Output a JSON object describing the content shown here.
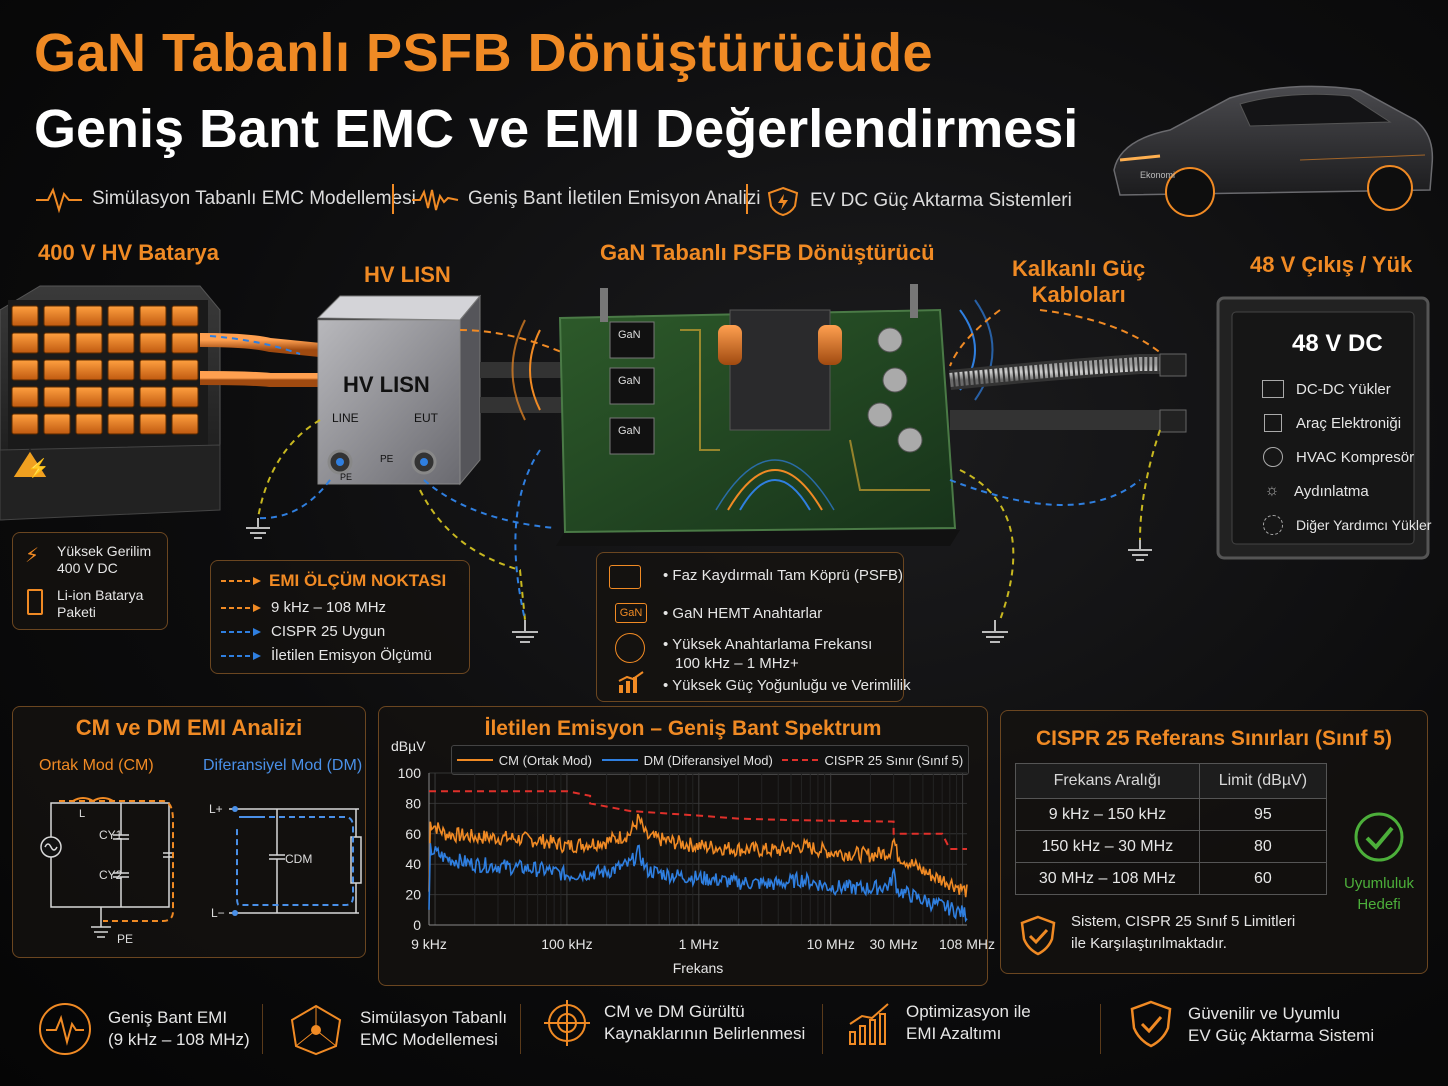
{
  "header": {
    "title_line1": "GaN Tabanlı PSFB Dönüştürücüde",
    "title_line2": "Geniş Bant EMC ve EMI Değerlendirmesi",
    "taglines": [
      "Simülasyon Tabanlı EMC Modellemesi",
      "Geniş Bant İletilen Emisyon Analizi",
      "EV DC Güç Aktarma Sistemleri"
    ]
  },
  "diagram": {
    "battery": {
      "title": "400 V HV Batarya",
      "info1": "Yüksek Gerilim",
      "info1b": "400 V DC",
      "info2": "Li-ion Batarya",
      "info2b": "Paketi"
    },
    "lisn": {
      "title": "HV LISN",
      "box_label": "HV LISN",
      "line": "LINE",
      "eut": "EUT",
      "pe": "PE",
      "pe2": "PE"
    },
    "converter": {
      "title": "GaN Tabanlı PSFB Dönüştürücü",
      "chip": "GaN"
    },
    "cables": {
      "title1": "Kalkanlı Güç",
      "title2": "Kabloları"
    },
    "load": {
      "title": "48 V Çıkış / Yük",
      "header": "48 V DC",
      "items": [
        "DC-DC Yükler",
        "Araç Elektroniği",
        "HVAC Kompresör",
        "Aydınlatma",
        "Diğer Yardımcı Yükler"
      ]
    },
    "emi_point": {
      "title": "EMI ÖLÇÜM NOKTASI",
      "items": [
        "9 kHz – 108 MHz",
        "CISPR 25 Uygun",
        "İletilen Emisyon Ölçümü"
      ]
    },
    "features": {
      "items": [
        "Faz Kaydırmalı Tam Köprü (PSFB)",
        "GaN HEMT Anahtarlar",
        "Yüksek Anahtarlama Frekansı",
        "Yüksek Güç Yoğunluğu ve Verimlilik"
      ],
      "freq_sub": "100 kHz – 1 MHz+",
      "gan_badge": "GaN"
    },
    "car_badge": "Ekonomi"
  },
  "cmdm": {
    "title": "CM ve DM EMI Analizi",
    "cm_label": "Ortak Mod (CM)",
    "dm_label": "Diferansiyel Mod (DM)",
    "cm_l": "L",
    "cy1": "CY1",
    "cy2": "CY2",
    "pe": "PE",
    "dm_lplus": "L+",
    "dm_lminus": "L−",
    "cdm": "CDM"
  },
  "chart_data": {
    "type": "line",
    "title": "İletilen Emisyon – Geniş Bant Spektrum",
    "ylabel": "dBµV",
    "xlabel": "Frekans",
    "ylim": [
      0,
      100
    ],
    "yticks": [
      0,
      20,
      40,
      60,
      80,
      100
    ],
    "xscale": "log",
    "xticks_hz": [
      9000,
      100000,
      1000000,
      10000000,
      30000000,
      108000000
    ],
    "xtick_labels": [
      "9 kHz",
      "100 kHz",
      "1 MHz",
      "10 MHz",
      "30 MHz",
      "108 MHz"
    ],
    "grid": true,
    "legend": "top",
    "series": [
      {
        "name": "CM (Ortak Mod)",
        "color": "#f08a24",
        "x_hz": [
          9000,
          12000,
          20000,
          40000,
          70000,
          100000,
          200000,
          300000,
          350000,
          400000,
          600000,
          1000000,
          2000000,
          4000000,
          6000000,
          10000000,
          20000000,
          28000000,
          30000000,
          32000000,
          45000000,
          60000000,
          80000000,
          108000000
        ],
        "values": [
          68,
          60,
          58,
          57,
          55,
          52,
          55,
          60,
          70,
          58,
          55,
          52,
          50,
          49,
          52,
          48,
          46,
          48,
          57,
          46,
          38,
          32,
          28,
          22
        ]
      },
      {
        "name": "DM (Diferansiyel Mod)",
        "color": "#2f7fe0",
        "x_hz": [
          9000,
          12000,
          20000,
          40000,
          70000,
          100000,
          200000,
          300000,
          350000,
          400000,
          600000,
          1000000,
          2000000,
          4000000,
          6000000,
          10000000,
          20000000,
          28000000,
          30000000,
          32000000,
          45000000,
          60000000,
          80000000,
          108000000
        ],
        "values": [
          50,
          44,
          40,
          38,
          36,
          33,
          35,
          40,
          48,
          36,
          33,
          31,
          28,
          27,
          30,
          25,
          24,
          26,
          35,
          23,
          18,
          14,
          11,
          7
        ]
      },
      {
        "name": "CISPR 25 Sınır (Sınıf 5)",
        "color": "#e0302a",
        "dashed": true,
        "x_hz": [
          9000,
          100000,
          150000,
          150000,
          300000,
          1000000,
          2000000,
          5000000,
          30000000,
          30000000,
          70000000,
          80000000,
          108000000
        ],
        "values": [
          88,
          88,
          85,
          80,
          75,
          72,
          70,
          69,
          68,
          60,
          60,
          50,
          50
        ]
      }
    ]
  },
  "cispr": {
    "title": "CISPR 25 Referans Sınırları (Sınıf 5)",
    "headers": [
      "Frekans Aralığı",
      "Limit (dBµV)"
    ],
    "rows": [
      [
        "9 kHz – 150 kHz",
        "95"
      ],
      [
        "150 kHz – 30 MHz",
        "80"
      ],
      [
        "30 MHz – 108 MHz",
        "60"
      ]
    ],
    "badge_line1": "Uyumluluk",
    "badge_line2": "Hedefi",
    "note_line1": "Sistem, CISPR 25 Sınıf 5 Limitleri",
    "note_line2": "ile Karşılaştırılmaktadır."
  },
  "footer": [
    {
      "line1": "Geniş Bant EMI",
      "line2": "(9 kHz – 108 MHz)"
    },
    {
      "line1": "Simülasyon Tabanlı",
      "line2": "EMC Modellemesi"
    },
    {
      "line1": "CM ve DM Gürültü",
      "line2": "Kaynaklarının Belirlenmesi"
    },
    {
      "line1": "Optimizasyon ile",
      "line2": "EMI Azaltımı"
    },
    {
      "line1": "Güvenilir ve Uyumlu",
      "line2": "EV Güç Aktarma Sistemi"
    }
  ],
  "colors": {
    "accent": "#f08a24",
    "blue": "#2f7fe0",
    "red": "#e0302a",
    "green": "#4caf3a"
  }
}
